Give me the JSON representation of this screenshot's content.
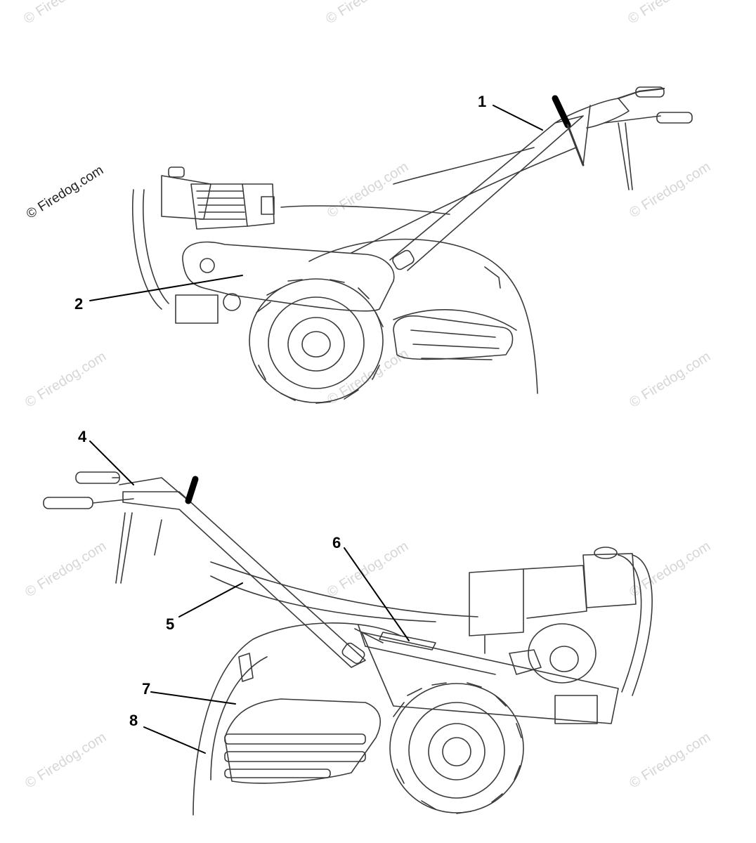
{
  "watermark": {
    "text": "Firedog.com",
    "symbol": "©",
    "primary": "© Firedog.com"
  },
  "callouts": {
    "c1": "1",
    "c2": "2",
    "c4": "4",
    "c5": "5",
    "c6": "6",
    "c7": "7",
    "c8": "8"
  }
}
